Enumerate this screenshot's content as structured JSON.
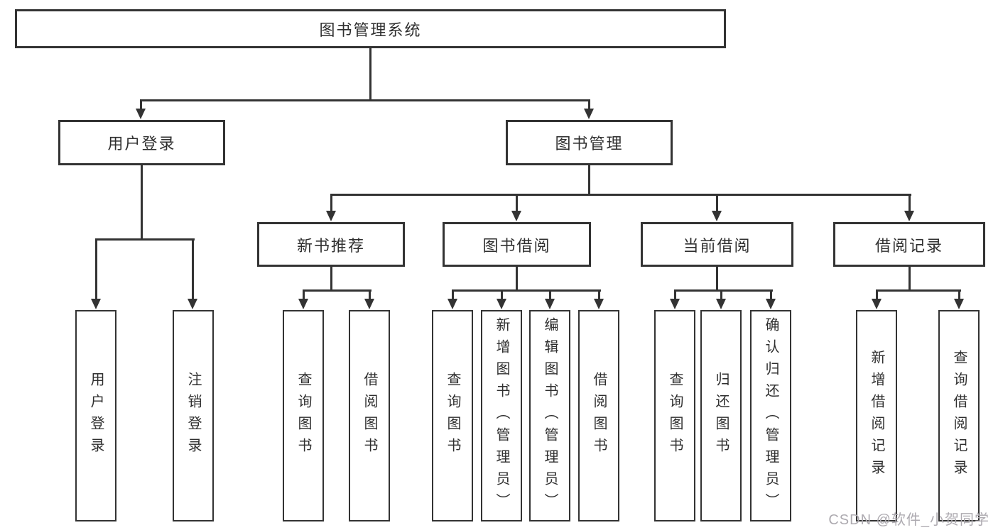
{
  "tree": {
    "root": {
      "label": "图书管理系统"
    },
    "children": [
      {
        "label": "用户登录",
        "children": [
          {
            "label": "用户登录"
          },
          {
            "label": "注销登录"
          }
        ]
      },
      {
        "label": "图书管理",
        "children": [
          {
            "label": "新书推荐",
            "children": [
              {
                "label": "查询图书"
              },
              {
                "label": "借阅图书"
              }
            ]
          },
          {
            "label": "图书借阅",
            "children": [
              {
                "label": "查询图书"
              },
              {
                "label": "新增图书（管理员）"
              },
              {
                "label": "编辑图书（管理员）"
              },
              {
                "label": "借阅图书"
              }
            ]
          },
          {
            "label": "当前借阅",
            "children": [
              {
                "label": "查询图书"
              },
              {
                "label": "归还图书"
              },
              {
                "label": "确认归还（管理员）"
              }
            ]
          },
          {
            "label": "借阅记录",
            "children": [
              {
                "label": "新增借阅记录"
              },
              {
                "label": "查询借阅记录"
              }
            ]
          }
        ]
      }
    ]
  },
  "watermark": {
    "text": "CSDN @软件_小贺同学"
  },
  "colors": {
    "line": "#333333",
    "text": "#2f2f2f",
    "background": "#ffffff",
    "watermark": "#adaab0"
  }
}
